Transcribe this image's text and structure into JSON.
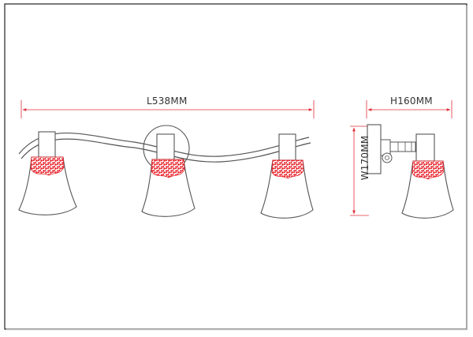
{
  "dimensions": {
    "length": "L538MM",
    "height": "H160MM",
    "width": "W170MM"
  },
  "colors": {
    "frame_border": "#222222",
    "line": "#555555",
    "dimension_line": "#e0303a",
    "accent_pattern": "#e8232b",
    "shade_fill": "#ffffff"
  }
}
